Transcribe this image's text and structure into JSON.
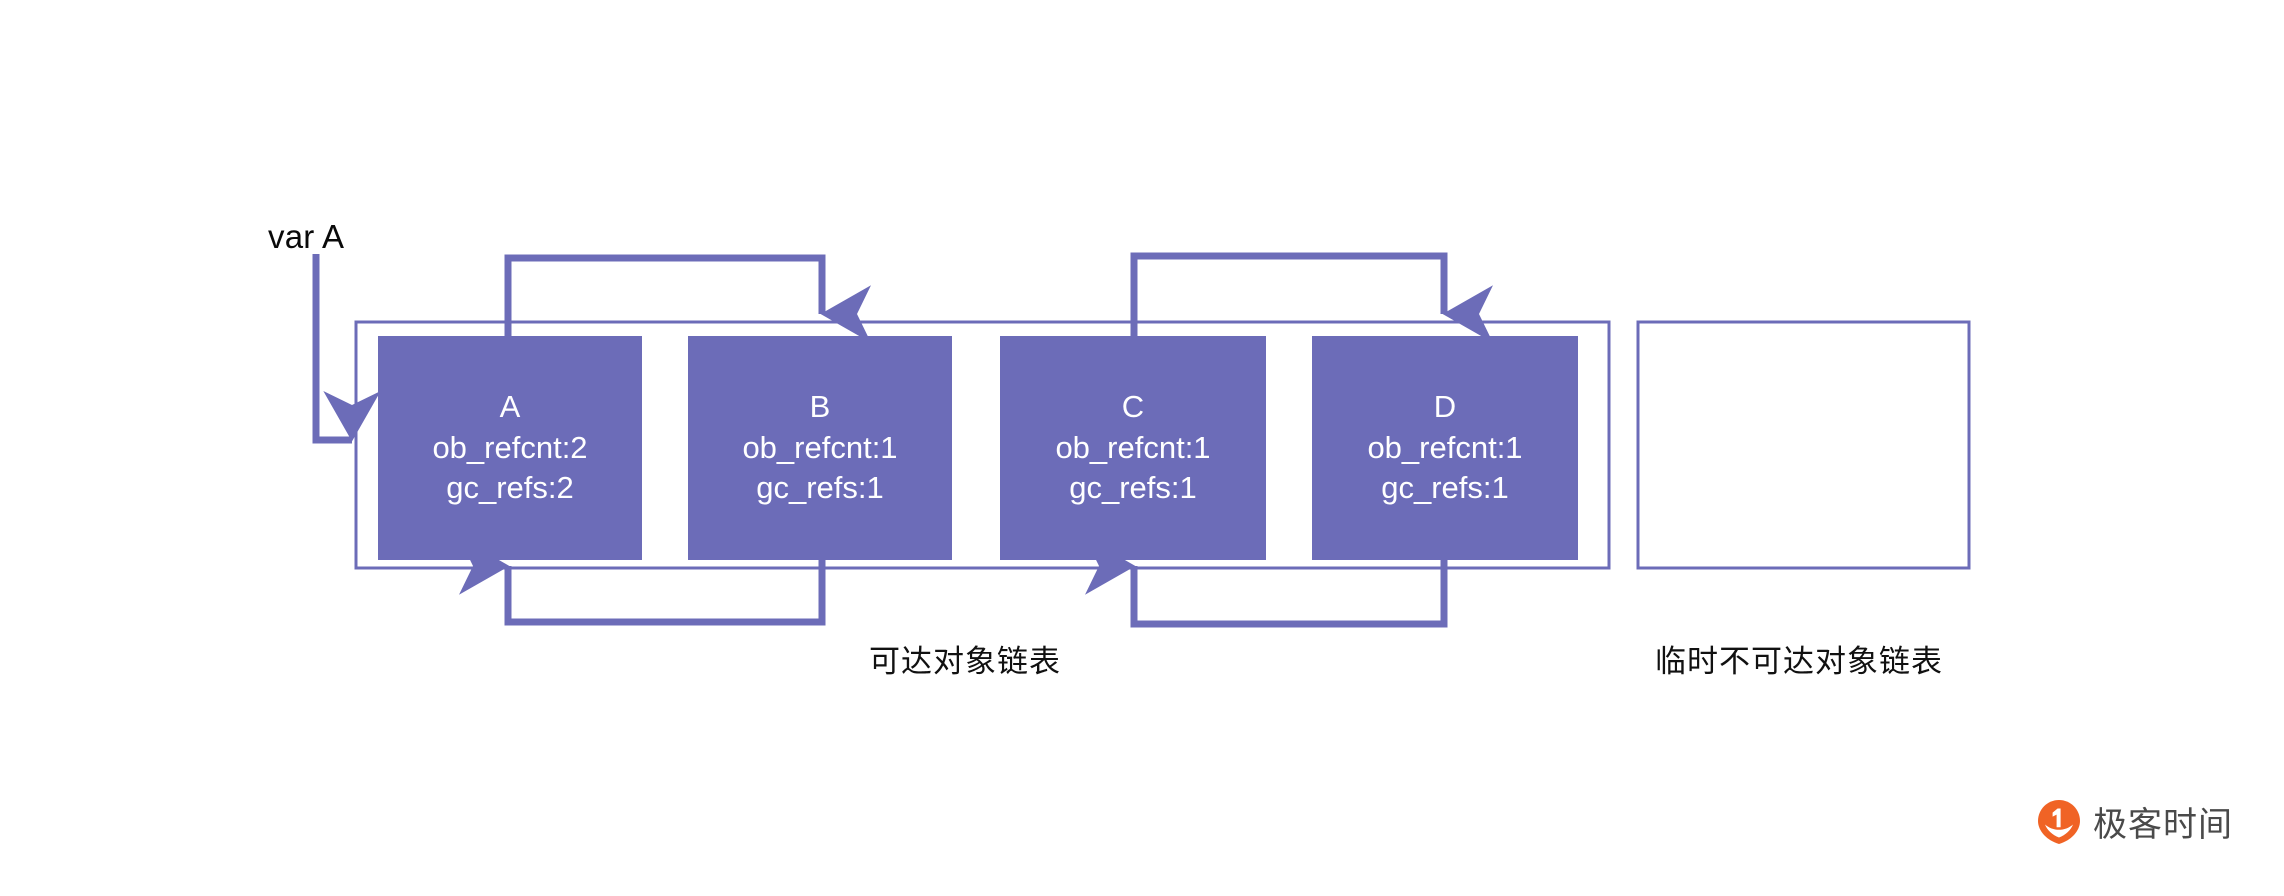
{
  "diagram": {
    "title_label": "var A",
    "accent_color": "#6c6cb8",
    "border_color": "#6c6cb8",
    "node_text_color": "#ffffff",
    "background": "#ffffff",
    "nodes": [
      {
        "name": "A",
        "ob_refcnt": "ob_refcnt:2",
        "gc_refs": "gc_refs:2"
      },
      {
        "name": "B",
        "ob_refcnt": "ob_refcnt:1",
        "gc_refs": "gc_refs:1"
      },
      {
        "name": "C",
        "ob_refcnt": "ob_refcnt:1",
        "gc_refs": "gc_refs:1"
      },
      {
        "name": "D",
        "ob_refcnt": "ob_refcnt:1",
        "gc_refs": "gc_refs:1"
      }
    ],
    "containers": [
      {
        "id": "reachable",
        "caption": "可达对象链表",
        "empty": false
      },
      {
        "id": "unreachable",
        "caption": "临时不可达对象链表",
        "empty": true
      }
    ],
    "edges": [
      {
        "from": "var A",
        "to": "A",
        "style": "elbow-right",
        "direction": "forward"
      },
      {
        "from": "A",
        "to": "B",
        "style": "over-top",
        "direction": "forward"
      },
      {
        "from": "B",
        "to": "A",
        "style": "under-bottom",
        "direction": "forward"
      },
      {
        "from": "C",
        "to": "D",
        "style": "over-top",
        "direction": "forward"
      },
      {
        "from": "D",
        "to": "C",
        "style": "under-bottom",
        "direction": "forward"
      }
    ]
  },
  "logo": {
    "text": "极客时间",
    "mark_color": "#f06325",
    "text_color": "#4a4a4a"
  }
}
